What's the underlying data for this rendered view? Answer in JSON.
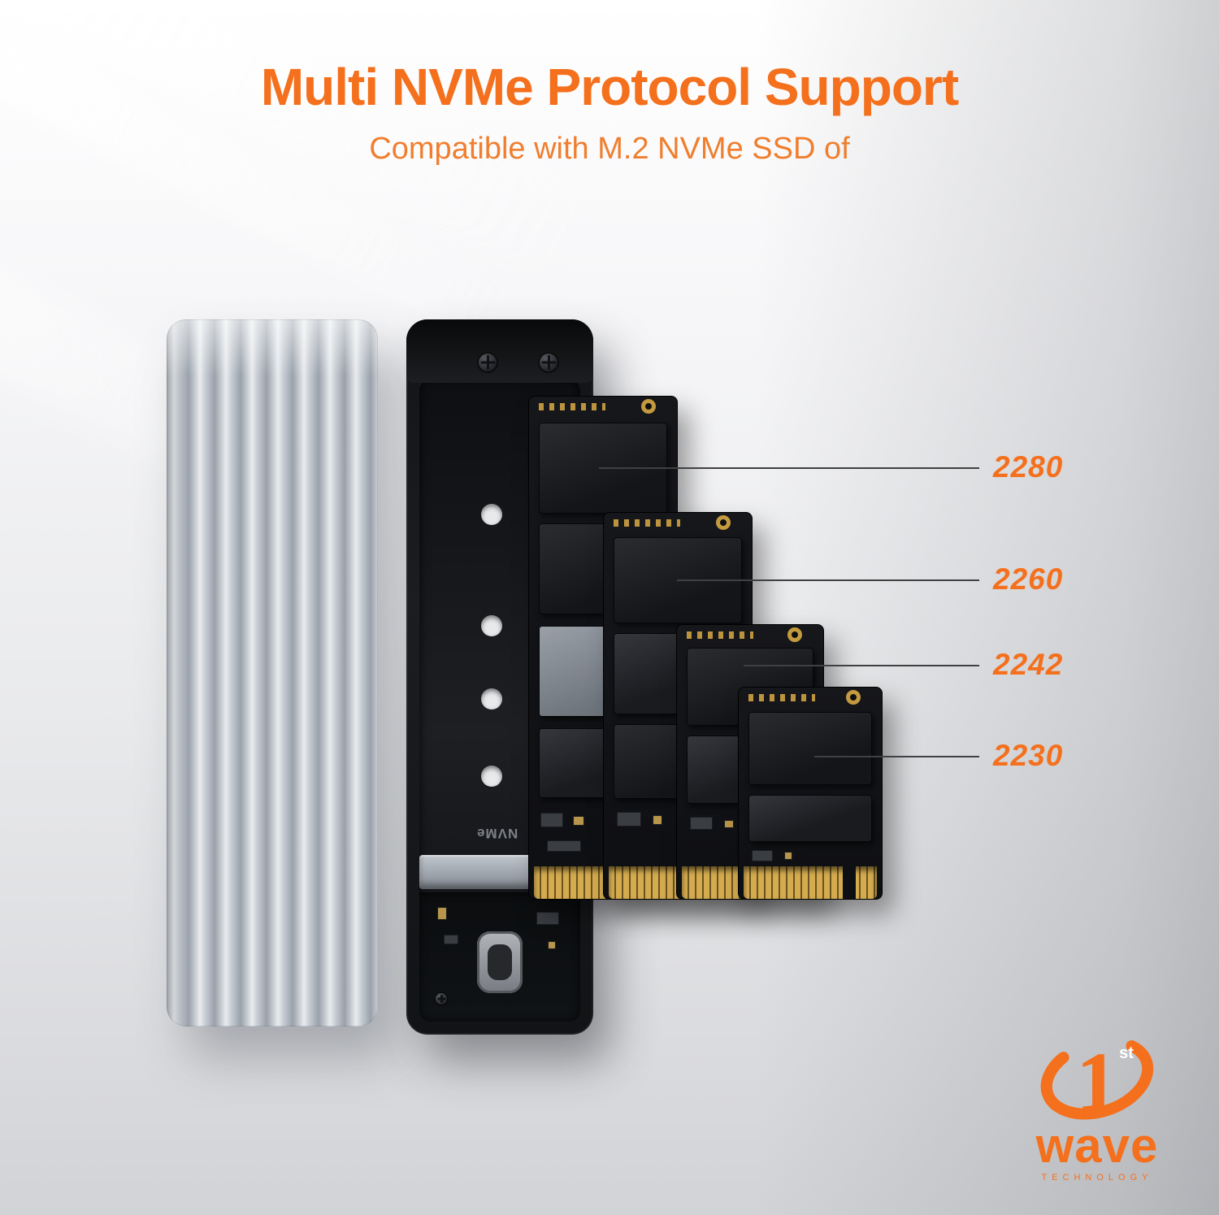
{
  "page": {
    "title": "Multi NVMe Protocol Support",
    "subtitle": "Compatible with M.2 NVMe SSD of"
  },
  "callouts": [
    {
      "label": "2280"
    },
    {
      "label": "2260"
    },
    {
      "label": "2242"
    },
    {
      "label": "2230"
    }
  ],
  "markings": {
    "nvme": "NVMe"
  },
  "logo": {
    "numeral": "1",
    "superscript": "st",
    "brand": "wave",
    "tagline": "TECHNOLOGY"
  },
  "colors": {
    "accent_orange": "#F4701D",
    "subtitle_orange": "#F07E2E",
    "enclosure_black": "#17181B",
    "heatsink_gray": "#C7CCD2",
    "gold": "#C9A441"
  }
}
